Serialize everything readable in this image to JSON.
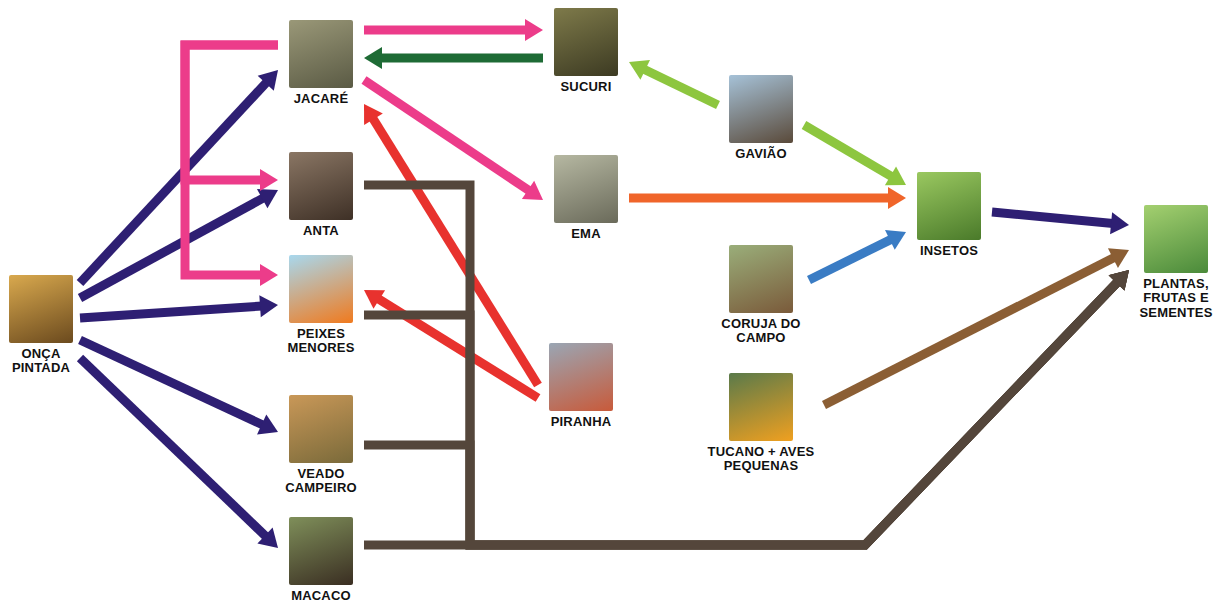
{
  "diagram": {
    "nodes": [
      {
        "text": [
          "ONÇA PINTADA"
        ]
      },
      {
        "text": [
          "JACARÉ"
        ]
      },
      {
        "text": [
          "ANTA"
        ]
      },
      {
        "text": [
          "PEIXES MENORES"
        ]
      },
      {
        "text": [
          "VEADO CAMPEIRO"
        ]
      },
      {
        "text": [
          "MACACO"
        ]
      },
      {
        "text": [
          "SUCURI"
        ]
      },
      {
        "text": [
          "EMA"
        ]
      },
      {
        "text": [
          "PIRANHA"
        ]
      },
      {
        "text": [
          "GAVIÃO"
        ]
      },
      {
        "text": [
          "CORUJA DO CAMPO"
        ]
      },
      {
        "text": [
          "TUCANO + AVES PEQUENAS"
        ]
      },
      {
        "text": [
          "INSETOS"
        ]
      },
      {
        "text": [
          "PLANTAS, FRUTAS E SEMENTES"
        ]
      }
    ],
    "edges": [
      {
        "from": 0,
        "to": 1,
        "arrow": "to"
      },
      {
        "from": 0,
        "to": 2,
        "arrow": "to"
      },
      {
        "from": 0,
        "to": 3,
        "arrow": "to"
      },
      {
        "from": 0,
        "to": 4,
        "arrow": "to"
      },
      {
        "from": 0,
        "to": 5,
        "arrow": "to"
      },
      {
        "from": 1,
        "to": 2,
        "arrow": "to"
      },
      {
        "from": 1,
        "to": 3,
        "arrow": "to"
      },
      {
        "from": 1,
        "to": 6,
        "arrow": "to"
      },
      {
        "from": 6,
        "to": 1,
        "arrow": "to"
      },
      {
        "from": 1,
        "to": 7,
        "arrow": "to"
      },
      {
        "from": 8,
        "to": 1,
        "arrow": "to"
      },
      {
        "from": 8,
        "to": 3,
        "arrow": "to"
      },
      {
        "from": 7,
        "to": 12,
        "arrow": "to"
      },
      {
        "from": 9,
        "to": 6,
        "arrow": "to"
      },
      {
        "from": 9,
        "to": 12,
        "arrow": "to"
      },
      {
        "from": 10,
        "to": 12,
        "arrow": "to"
      },
      {
        "from": 12,
        "to": 13,
        "arrow": "to"
      },
      {
        "from": 11,
        "to": 13,
        "arrow": "to"
      },
      {
        "from": 2,
        "to": 13,
        "arrow": "to"
      },
      {
        "from": 3,
        "to": 13,
        "arrow": "to"
      },
      {
        "from": 4,
        "to": 13,
        "arrow": "to"
      },
      {
        "from": 5,
        "to": 13,
        "arrow": "to"
      }
    ]
  }
}
